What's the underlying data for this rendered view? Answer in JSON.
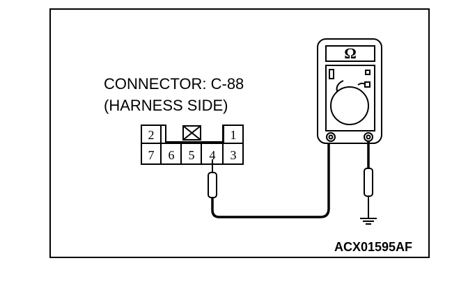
{
  "connector": {
    "title": "CONNECTOR: C-88",
    "subtitle": "(HARNESS SIDE)",
    "pins_top": [
      "2",
      "1"
    ],
    "pins_bottom": [
      "7",
      "6",
      "5",
      "4",
      "3"
    ]
  },
  "meter": {
    "symbol": "Ω"
  },
  "figure_code": "ACX01595AF"
}
